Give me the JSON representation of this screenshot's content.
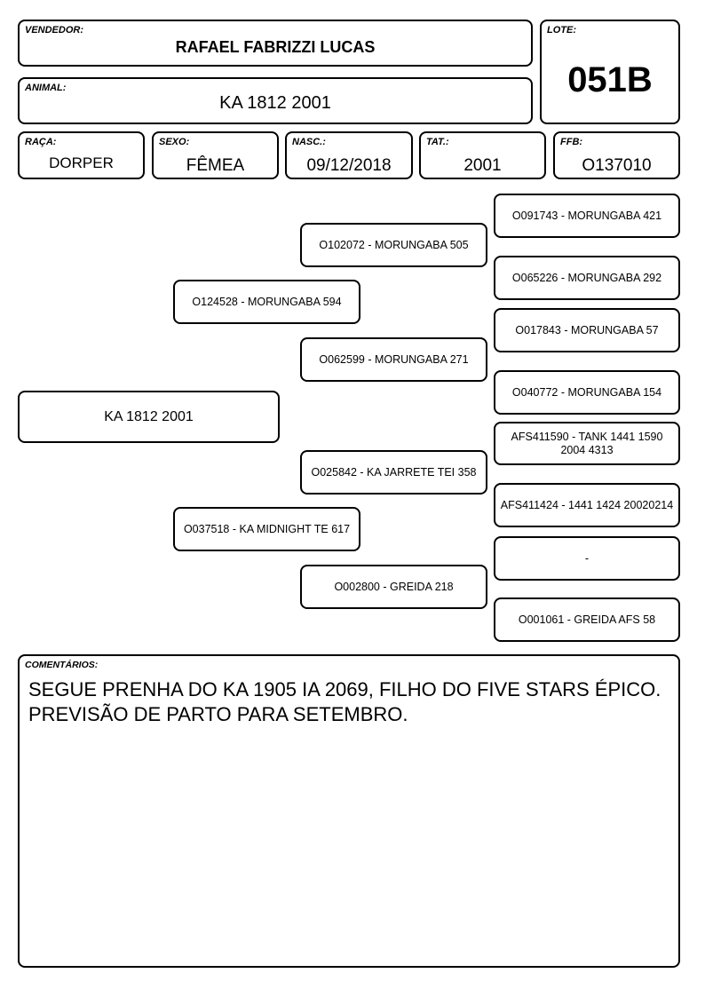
{
  "header": {
    "seller_label": "VENDEDOR:",
    "seller": "RAFAEL FABRIZZI LUCAS",
    "lot_label": "LOTE:",
    "lot": "051B",
    "animal_label": "ANIMAL:",
    "animal": "KA 1812 2001"
  },
  "details": {
    "breed_label": "RAÇA:",
    "breed": "DORPER",
    "sex_label": "SEXO:",
    "sex": "FÊMEA",
    "birth_label": "NASC.:",
    "birth": "09/12/2018",
    "tattoo_label": "TAT.:",
    "tattoo": "2001",
    "ffb_label": "FFB:",
    "ffb": "O137010"
  },
  "pedigree": {
    "animal": "KA 1812 2001",
    "sire": "O124528 - MORUNGABA 594",
    "dam": "O037518 - KA MIDNIGHT TE 617",
    "sire_sire": "O102072 - MORUNGABA 505",
    "sire_dam": "O062599 - MORUNGABA 271",
    "dam_sire": "O025842 - KA JARRETE TEI 358",
    "dam_dam": "O002800 - GREIDA 218",
    "ggp": [
      "O091743 - MORUNGABA 421",
      "O065226 - MORUNGABA 292",
      "O017843 - MORUNGABA 57",
      "O040772 - MORUNGABA 154",
      "AFS411590 - TANK 1441 1590 2004 4313",
      "AFS411424 - 1441 1424 20020214",
      "-",
      "O001061 - GREIDA AFS 58"
    ]
  },
  "comments": {
    "label": "COMENTÁRIOS:",
    "text": "SEGUE PRENHA DO KA 1905 IA 2069, FILHO DO FIVE STARS ÉPICO. PREVISÃO DE PARTO PARA SETEMBRO."
  }
}
